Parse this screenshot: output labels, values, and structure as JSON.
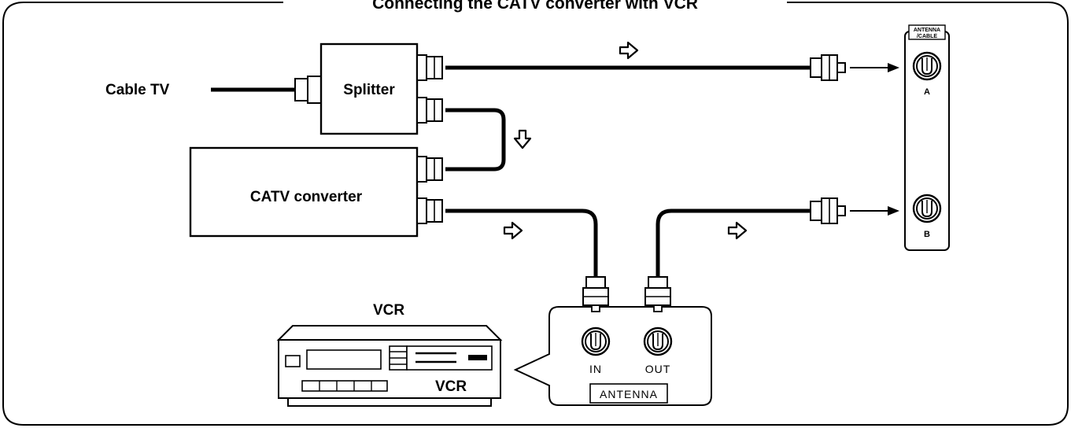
{
  "title": "Connecting the CATV converter with VCR",
  "labels": {
    "cable_tv": "Cable TV",
    "splitter": "Splitter",
    "catv_converter": "CATV converter",
    "vcr_top": "VCR",
    "vcr_body": "VCR",
    "in": "IN",
    "out": "OUT",
    "antenna": "ANTENNA",
    "tv_panel_line1": "ANTENNA",
    "tv_panel_line2": "/CABLE",
    "tv_a": "A",
    "tv_b": "B"
  },
  "colors": {
    "line": "#000000",
    "background": "#ffffff"
  },
  "icons": [
    "arrow-right-icon",
    "arrow-down-icon",
    "f-connector-icon",
    "coax-jack-icon"
  ]
}
